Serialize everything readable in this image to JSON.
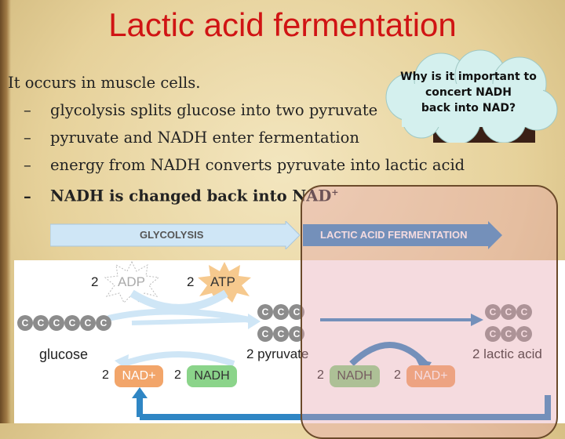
{
  "title": "Lactic acid fermentation",
  "bullets": {
    "intro": "It occurs in muscle cells.",
    "items": [
      "glycolysis splits glucose into two pyruvate",
      "pyruvate and NADH enter fermentation",
      "energy from NADH converts pyruvate into lactic acid",
      "NADH is changed back into NAD"
    ],
    "last_sup": "+",
    "dash": "–"
  },
  "callout": {
    "line1": "Why is it important to",
    "line2": "concert NADH",
    "line3": "back into NAD?"
  },
  "stages": {
    "glycolysis": "GLYCOLYSIS",
    "fermentation": "LACTIC ACID FERMENTATION"
  },
  "diagram": {
    "two": "2",
    "carbon": "C",
    "adp": "ADP",
    "atp": "ATP",
    "glucose": "glucose",
    "pyruvate": "2 pyruvate",
    "lactic": "2 lactic acid",
    "nad_plus": "NAD+",
    "nadh": "NADH"
  },
  "colors": {
    "title": "#d01414",
    "arrow_light": "#cfe6f6",
    "arrow_dark": "#2f86c4",
    "nad_plus": "#f2a56a",
    "nadh": "#8bd48a",
    "carbon": "#8c8c8c"
  }
}
